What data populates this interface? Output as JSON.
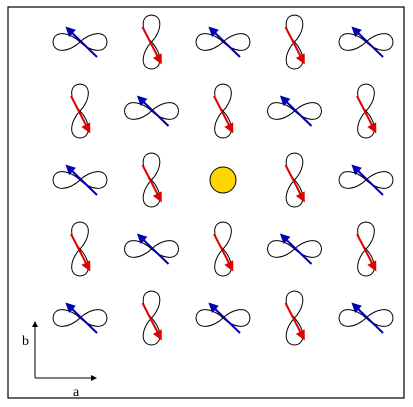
{
  "axes": {
    "a_label": "a",
    "b_label": "b"
  },
  "lattice": {
    "rows": 5,
    "cols": 5,
    "vacancy": {
      "row": 2,
      "col": 2
    },
    "vacancy_color": "#FFD700",
    "orbital_color": "#000000",
    "moment_colors": {
      "horizontal_orbital": "#0000B0",
      "vertical_orbital": "#E00000"
    }
  }
}
